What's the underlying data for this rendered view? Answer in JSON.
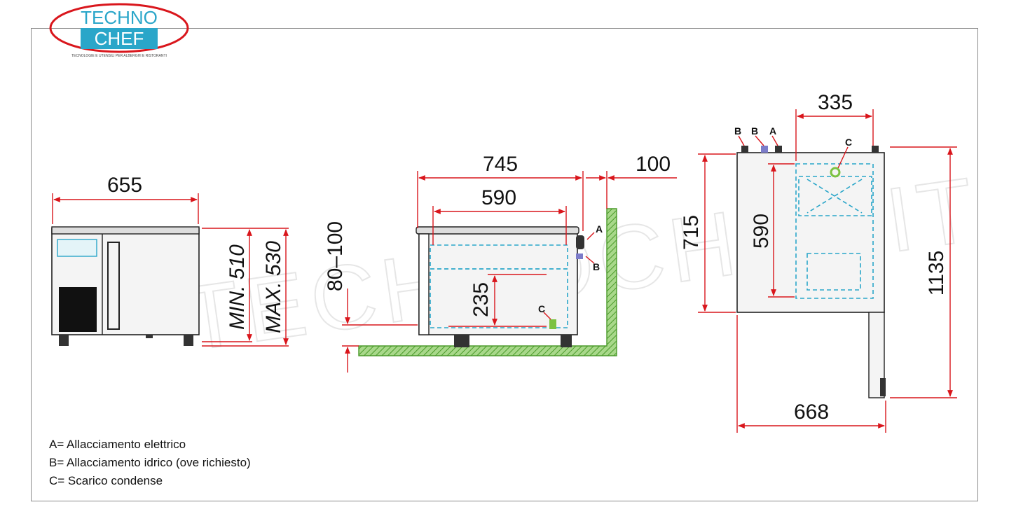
{
  "logo": {
    "line1": "TECHNO",
    "line2": "CHEF",
    "tagline": "TECNOLOGIE E UTENSILI PER ALBERGHI E RISTORANTI"
  },
  "watermark": "TECHNOCHEF.IT",
  "views": {
    "front": {
      "width": "655",
      "height_min": "MIN. 510",
      "height_max": "MAX. 530"
    },
    "side": {
      "depth": "745",
      "inner_depth": "590",
      "wall_gap": "100",
      "feet": "80–100",
      "inner_height": "235",
      "label_a": "A",
      "label_b": "B",
      "label_c": "C"
    },
    "top": {
      "top_width": "335",
      "depth": "715",
      "inner": "590",
      "total_depth": "1135",
      "width": "668",
      "label_b1": "B",
      "label_b2": "B",
      "label_a": "A",
      "label_c": "C"
    }
  },
  "legend": [
    "A= Allacciamento elettrico",
    "B= Allacciamento idrico (ove richiesto)",
    "C= Scarico condense"
  ],
  "colors": {
    "dimension": "#d9161c",
    "wall": "#7cc242",
    "dashed": "#2aa6c9",
    "logo_teal": "#2aa6c9",
    "logo_ring": "#d9161c"
  }
}
